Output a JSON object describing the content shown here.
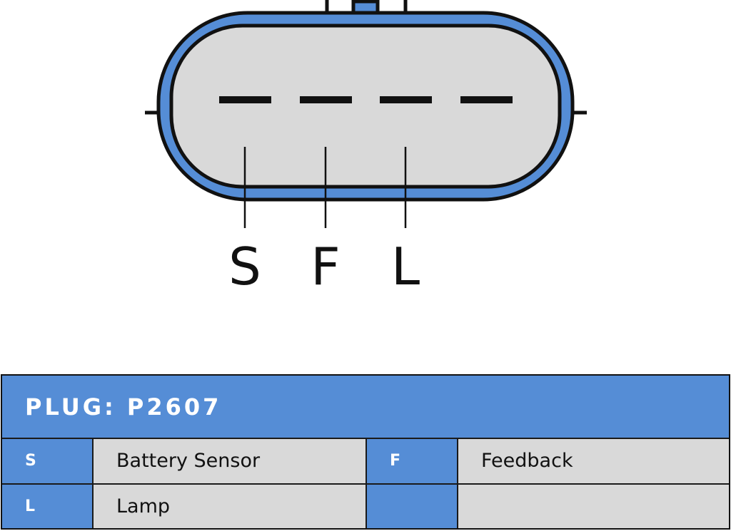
{
  "colors": {
    "housing_blue": "#558dd6",
    "face_gray": "#d9d9d9",
    "outline": "#111111",
    "label_text": "#ffffff"
  },
  "diagram": {
    "pin_count": 4,
    "labels": [
      "S",
      "F",
      "L"
    ]
  },
  "legend": {
    "title": "PLUG: P2607",
    "rows": [
      [
        {
          "code": "S",
          "description": "Battery Sensor"
        },
        {
          "code": "F",
          "description": "Feedback"
        }
      ],
      [
        {
          "code": "L",
          "description": "Lamp"
        },
        {
          "code": "",
          "description": ""
        }
      ]
    ]
  }
}
